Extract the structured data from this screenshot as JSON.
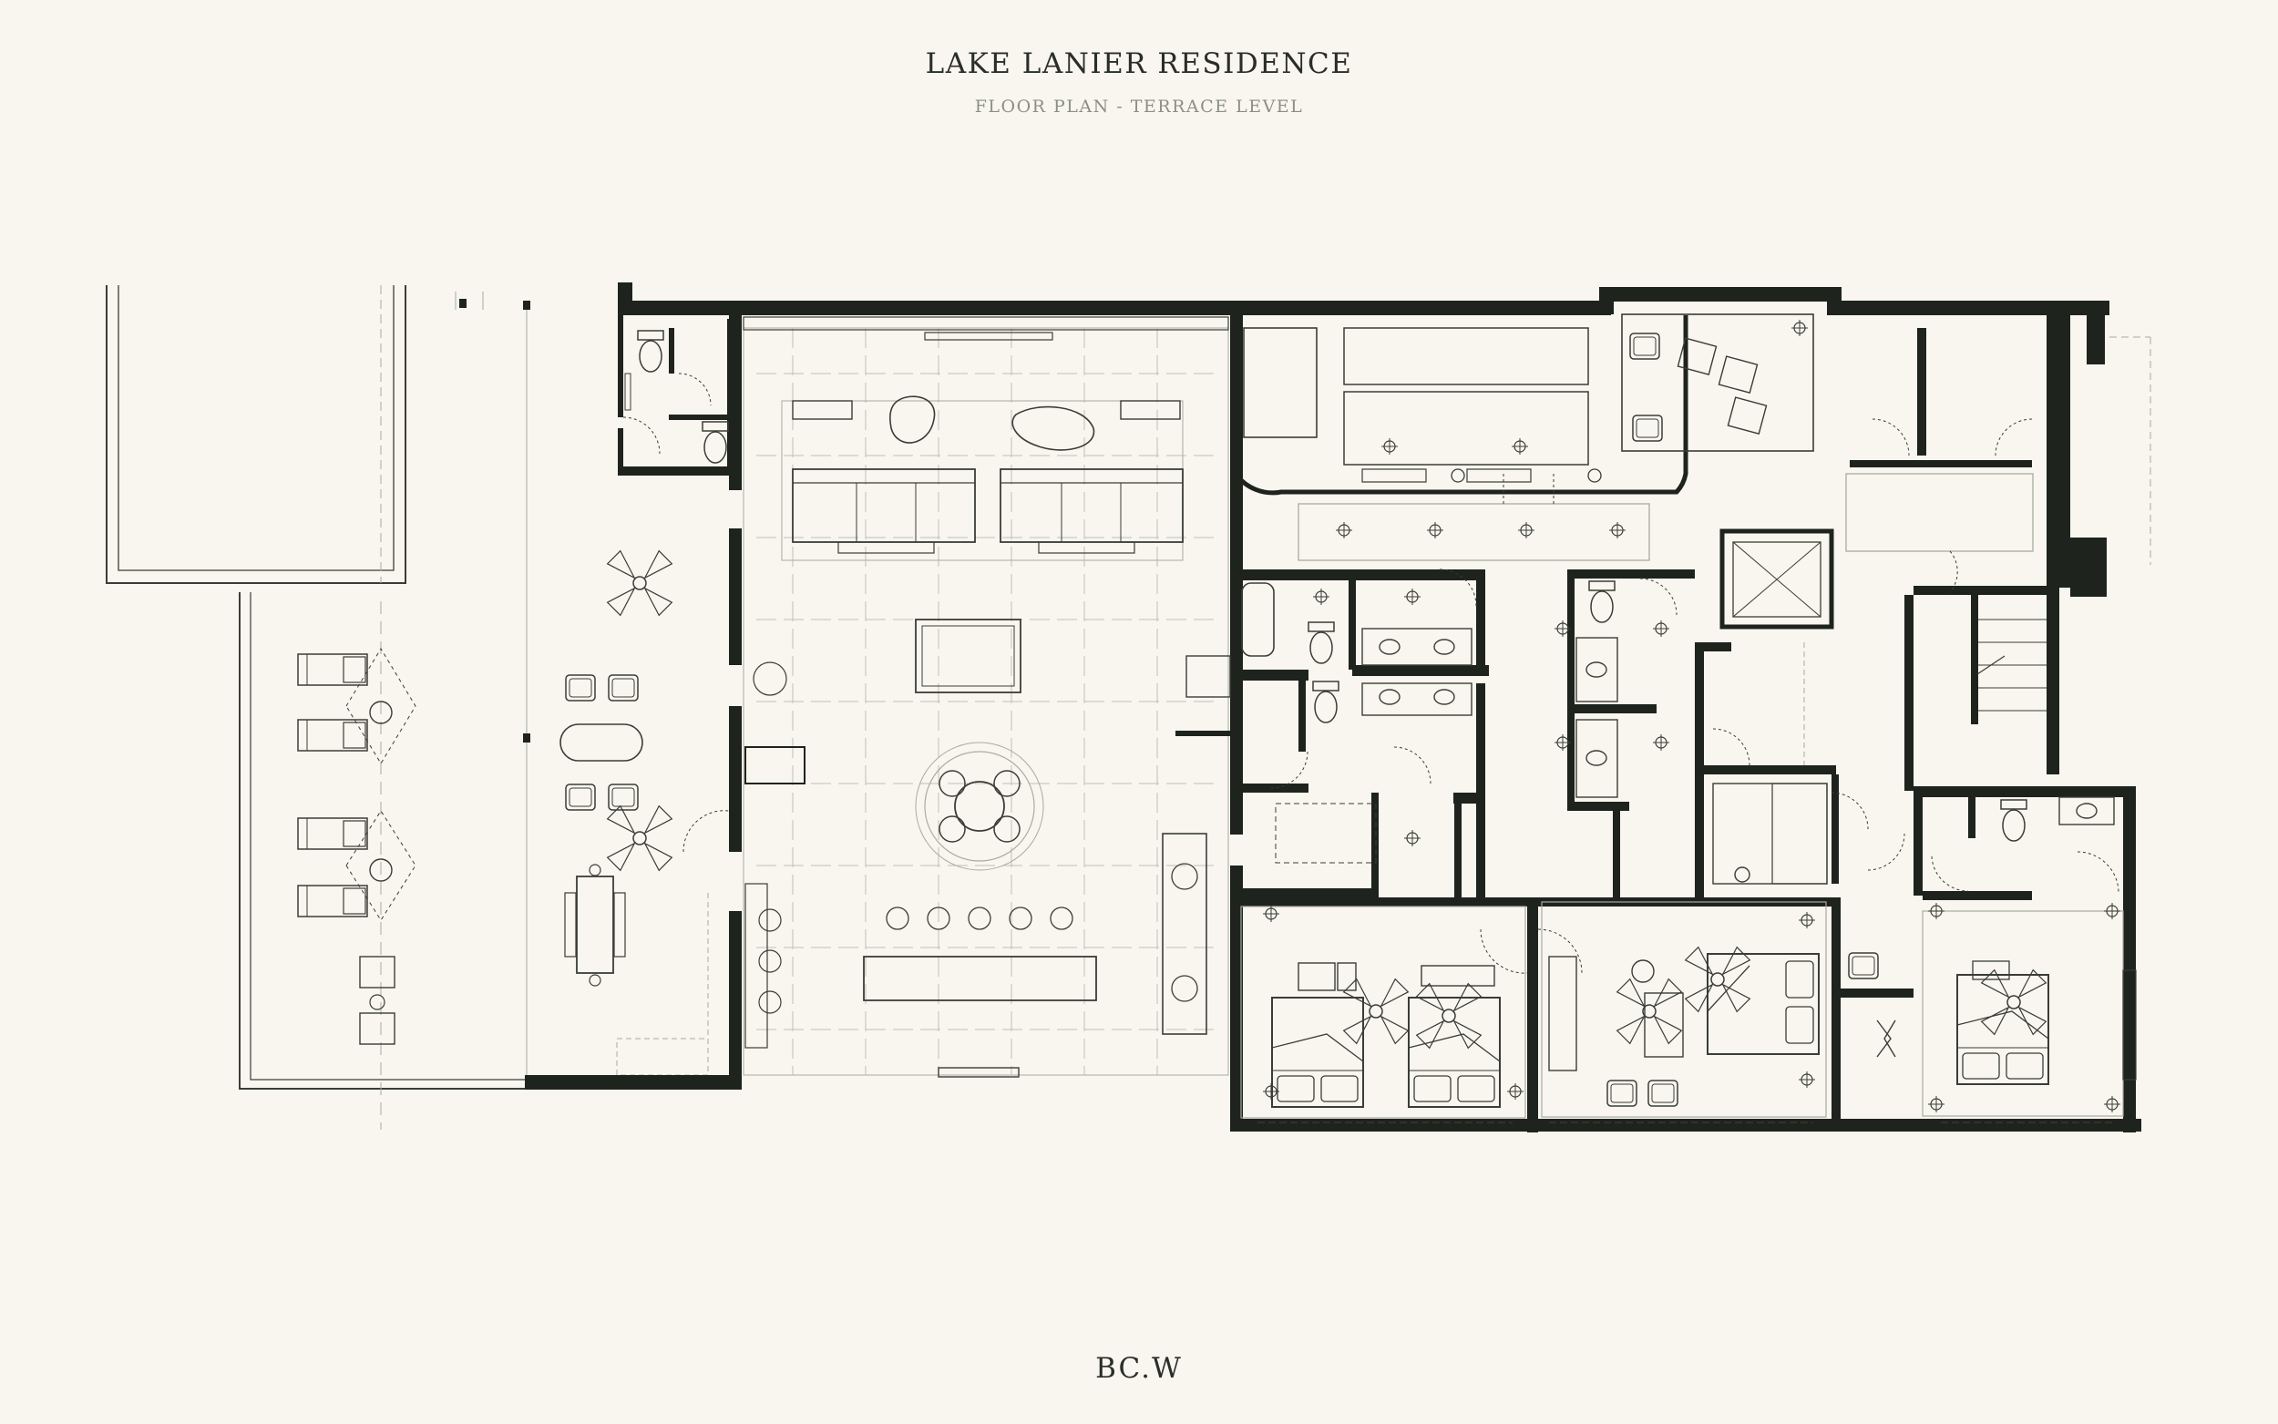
{
  "header": {
    "title": "LAKE LANIER RESIDENCE",
    "subtitle": "FLOOR PLAN - TERRACE LEVEL"
  },
  "footer": {
    "logo_text": "BC.W"
  },
  "colors": {
    "background": "#f8f6ee",
    "wall": "#1e231d",
    "line": "#3a3d36",
    "light_line": "#a9aba2",
    "text": "#2a2e28",
    "subtitle_text": "#8c8f83"
  },
  "icons": {
    "ceiling_fan": "fan-icon",
    "bed": "bed-icon",
    "toilet": "toilet-icon",
    "stair": "stair-icon"
  }
}
